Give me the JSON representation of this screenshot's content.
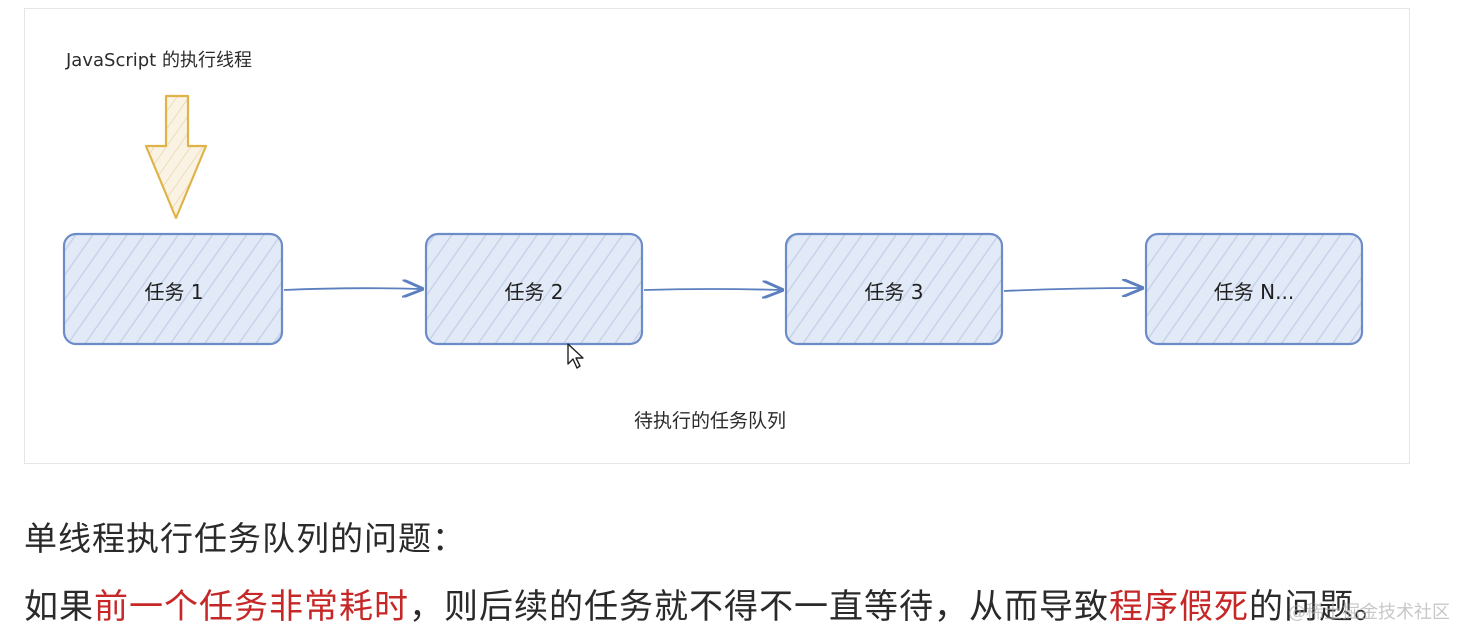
{
  "diagram": {
    "thread_label": "JavaScript 的执行线程",
    "tasks": [
      "任务 1",
      "任务 2",
      "任务 3",
      "任务 N..."
    ],
    "queue_label": "待执行的任务队列",
    "colors": {
      "box_fill": "#dde6f6",
      "box_stroke": "#6b8cc8",
      "arrow_stroke": "#5b7fbf",
      "thread_arrow_fill": "#f6ead0",
      "thread_arrow_stroke": "#e0b347"
    },
    "icons": {
      "thread_arrow": "down-arrow-icon",
      "cursor": "mouse-pointer-icon"
    }
  },
  "text": {
    "caption": "单线程执行任务队列的问题：",
    "statement_parts": {
      "p1": "如果",
      "p2": "前一个任务非常耗时",
      "p3": "，则后续的任务就不得不一直等待，从而导致",
      "p4": "程序假死",
      "p5": "的问题。"
    },
    "highlight_color": "#c62828",
    "watermark": "@稀土掘金技术社区"
  }
}
